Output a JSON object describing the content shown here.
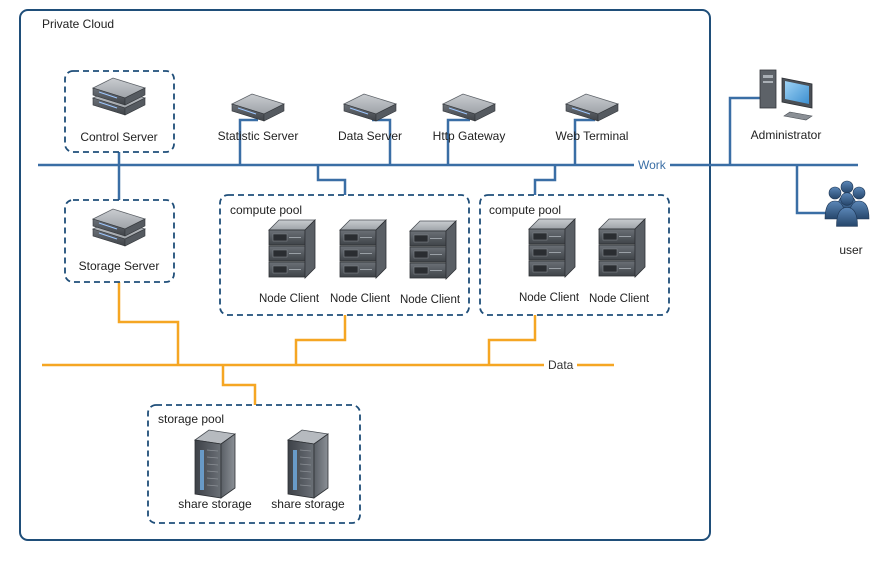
{
  "colors": {
    "frame": "#1f4e79",
    "work_network": "#3a6ea5",
    "data_network": "#f5a623",
    "label_text": "#222222"
  },
  "cloud": {
    "title": "Private Cloud"
  },
  "networks": {
    "work_label": "Work",
    "data_label": "Data"
  },
  "servers": {
    "control": "Control Server",
    "storage": "Storage Server",
    "statistic": "Statistic Server",
    "data": "Data Server",
    "http_gateway": "Http Gateway",
    "web_terminal": "Web Terminal"
  },
  "compute_pools": [
    {
      "title": "compute pool",
      "nodes": [
        "Node Client",
        "Node Client",
        "Node Client"
      ]
    },
    {
      "title": "compute pool",
      "nodes": [
        "Node Client",
        "Node Client"
      ]
    }
  ],
  "storage_pool": {
    "title": "storage pool",
    "items": [
      "share storage",
      "share storage"
    ]
  },
  "external": {
    "administrator": "Administrator",
    "user": "user"
  }
}
